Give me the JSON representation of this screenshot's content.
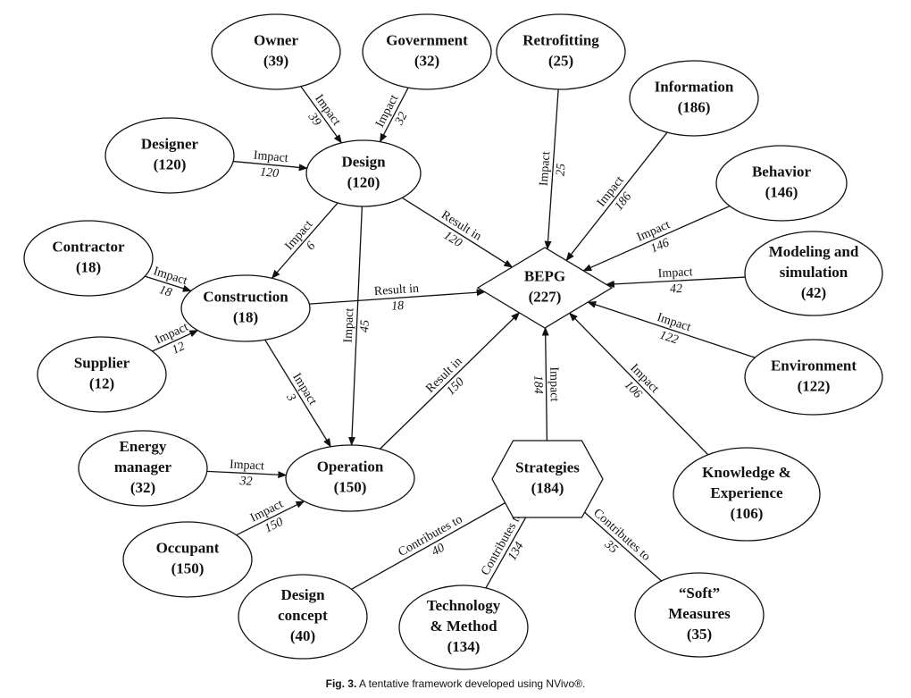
{
  "nodes": [
    {
      "id": "owner",
      "lines": [
        "Owner",
        "(39)"
      ]
    },
    {
      "id": "government",
      "lines": [
        "Government",
        "(32)"
      ]
    },
    {
      "id": "retrofitting",
      "lines": [
        "Retrofitting",
        "(25)"
      ]
    },
    {
      "id": "information",
      "lines": [
        "Information",
        "(186)"
      ]
    },
    {
      "id": "designer",
      "lines": [
        "Designer",
        "(120)"
      ]
    },
    {
      "id": "design",
      "lines": [
        "Design",
        "(120)"
      ]
    },
    {
      "id": "behavior",
      "lines": [
        "Behavior",
        "(146)"
      ]
    },
    {
      "id": "contractor",
      "lines": [
        "Contractor",
        "(18)"
      ]
    },
    {
      "id": "construction",
      "lines": [
        "Construction",
        "(18)"
      ]
    },
    {
      "id": "bepg",
      "lines": [
        "BEPG",
        "(227)"
      ]
    },
    {
      "id": "modeling",
      "lines": [
        "Modeling and",
        "simulation",
        "(42)"
      ]
    },
    {
      "id": "supplier",
      "lines": [
        "Supplier",
        "(12)"
      ]
    },
    {
      "id": "environment",
      "lines": [
        "Environment",
        "(122)"
      ]
    },
    {
      "id": "energy_manager",
      "lines": [
        "Energy",
        "manager",
        "(32)"
      ]
    },
    {
      "id": "operation",
      "lines": [
        "Operation",
        "(150)"
      ]
    },
    {
      "id": "strategies",
      "lines": [
        "Strategies",
        "(184)"
      ]
    },
    {
      "id": "knowledge",
      "lines": [
        "Knowledge &",
        "Experience",
        "(106)"
      ]
    },
    {
      "id": "occupant",
      "lines": [
        "Occupant",
        "(150)"
      ]
    },
    {
      "id": "design_concept",
      "lines": [
        "Design",
        "concept",
        "(40)"
      ]
    },
    {
      "id": "technology",
      "lines": [
        "Technology",
        "& Method",
        "(134)"
      ]
    },
    {
      "id": "soft_measures",
      "lines": [
        "“Soft”",
        "Measures",
        "(35)"
      ]
    }
  ],
  "edges": [
    {
      "from": "owner",
      "to": "design",
      "relation": "Impact",
      "weight": "39"
    },
    {
      "from": "government",
      "to": "design",
      "relation": "Impact",
      "weight": "32"
    },
    {
      "from": "designer",
      "to": "design",
      "relation": "Impact",
      "weight": "120"
    },
    {
      "from": "design",
      "to": "construction",
      "relation": "Impact",
      "weight": "6"
    },
    {
      "from": "design",
      "to": "bepg",
      "relation": "Result in",
      "weight": "120"
    },
    {
      "from": "design",
      "to": "operation",
      "relation": "Impact",
      "weight": "45"
    },
    {
      "from": "retrofitting",
      "to": "bepg",
      "relation": "Impact",
      "weight": "25"
    },
    {
      "from": "information",
      "to": "bepg",
      "relation": "Impact",
      "weight": "186"
    },
    {
      "from": "behavior",
      "to": "bepg",
      "relation": "Impact",
      "weight": "146"
    },
    {
      "from": "modeling",
      "to": "bepg",
      "relation": "Impact",
      "weight": "42"
    },
    {
      "from": "environment",
      "to": "bepg",
      "relation": "Impact",
      "weight": "122"
    },
    {
      "from": "knowledge",
      "to": "bepg",
      "relation": "Impact",
      "weight": "106"
    },
    {
      "from": "contractor",
      "to": "construction",
      "relation": "Impact",
      "weight": "18"
    },
    {
      "from": "supplier",
      "to": "construction",
      "relation": "Impact",
      "weight": "12"
    },
    {
      "from": "construction",
      "to": "bepg",
      "relation": "Result in",
      "weight": "18"
    },
    {
      "from": "construction",
      "to": "operation",
      "relation": "Impact",
      "weight": "3"
    },
    {
      "from": "operation",
      "to": "bepg",
      "relation": "Result in",
      "weight": "150"
    },
    {
      "from": "strategies",
      "to": "bepg",
      "relation": "Impact",
      "weight": "184"
    },
    {
      "from": "energy_manager",
      "to": "operation",
      "relation": "Impact",
      "weight": "32"
    },
    {
      "from": "occupant",
      "to": "operation",
      "relation": "Impact",
      "weight": "150"
    },
    {
      "from": "design_concept",
      "to": "strategies",
      "relation": "Contributes to",
      "weight": "40"
    },
    {
      "from": "technology",
      "to": "strategies",
      "relation": "Contributes to",
      "weight": "134"
    },
    {
      "from": "soft_measures",
      "to": "strategies",
      "relation": "Contributes to",
      "weight": "35"
    }
  ],
  "caption": {
    "label": "Fig. 3.",
    "text": " A tentative framework developed using NVivo®."
  }
}
